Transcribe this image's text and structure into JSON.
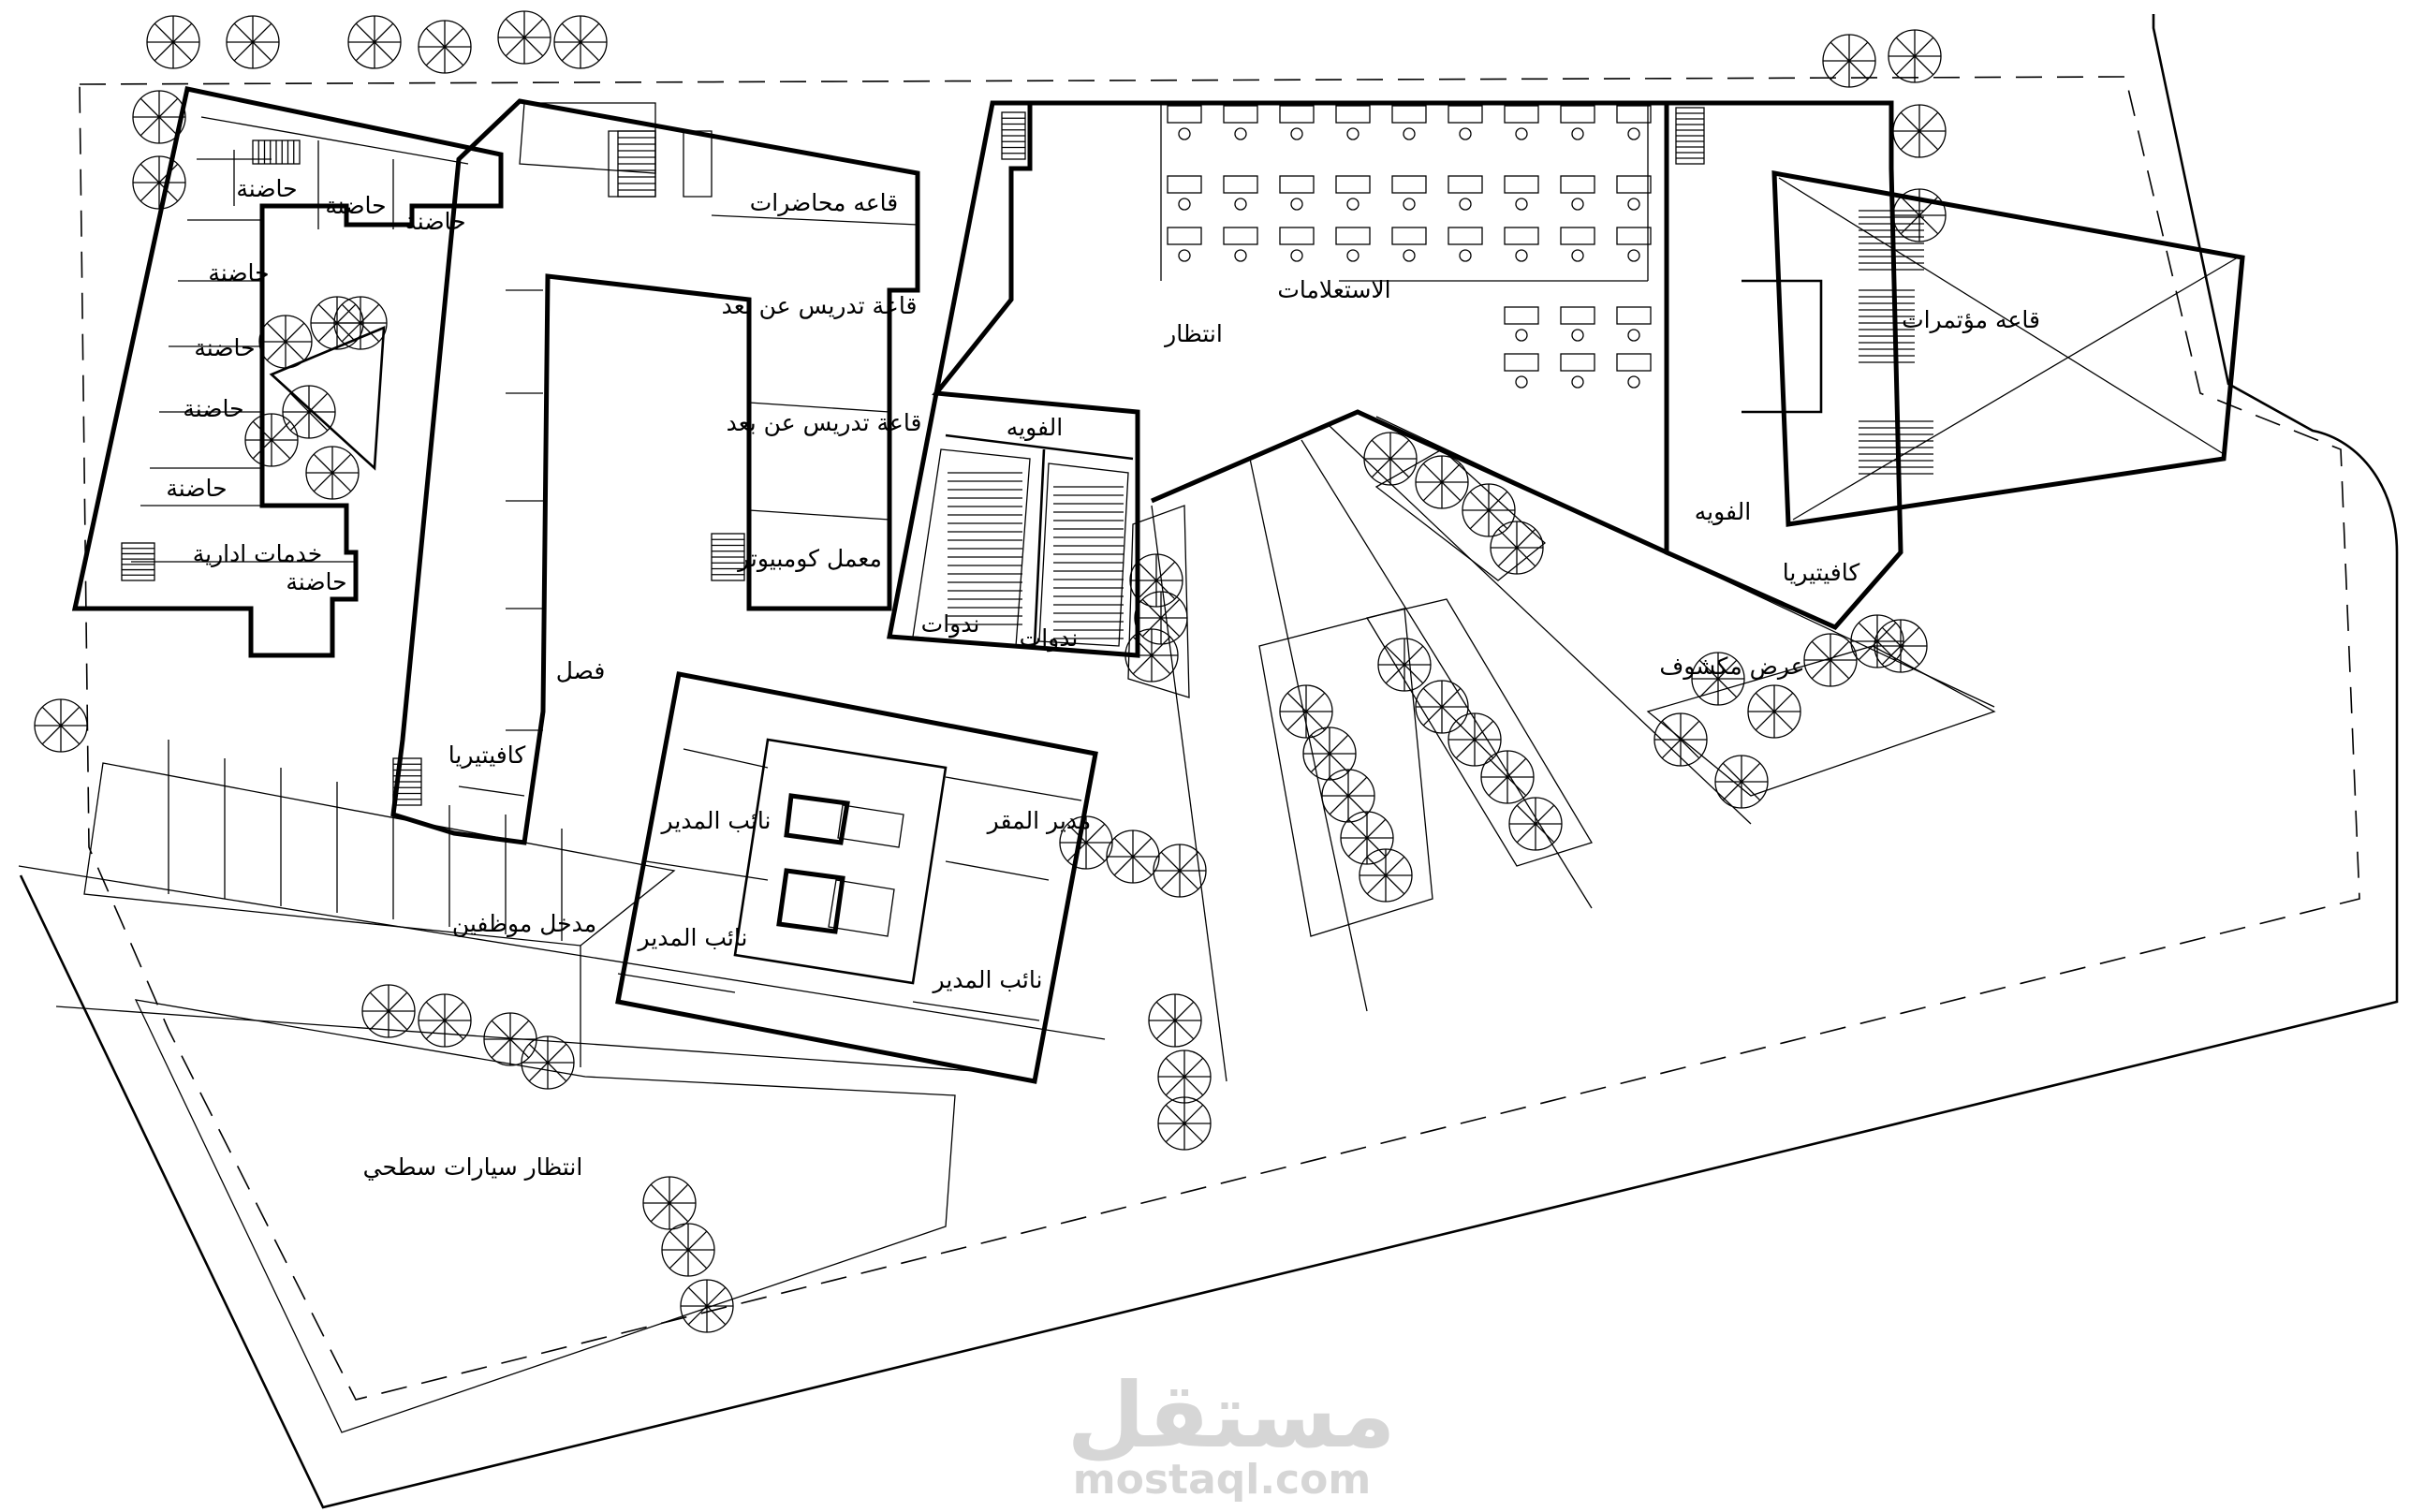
{
  "labels": {
    "nursery_1": "حاضنة",
    "nursery_2": "حاضنة",
    "nursery_3": "حاضنة",
    "nursery_4": "حاضنة",
    "nursery_5": "حاضنة",
    "nursery_6": "حاضنة",
    "nursery_7": "حاضنة",
    "nursery_8": "حاضنة",
    "admin_services": "خدمات ادارية",
    "lecture_hall": "قاعه محاضرات",
    "remote_teaching_1": "قاعة تدريس عن بعد",
    "remote_teaching_2": "قاعة تدريس عن بعد",
    "computer_lab": "معمل كومبيوتر",
    "classroom": "فصل",
    "cafeteria_west": "كافيتيريا",
    "foyer_seminar": "الفويه",
    "seminars_1": "ندوات",
    "seminars_2": "ندوات",
    "waiting": "انتظار",
    "inquiries": "الاستعلامات",
    "conference_hall": "قاعه مؤتمرات",
    "foyer_conference": "الفويه",
    "cafeteria_east": "كافيتيريا",
    "outdoor_display": "عرض مكشوف",
    "director_hq": "مدير المقر",
    "deputy_director_1": "نائب المدير",
    "deputy_director_2": "نائب المدير",
    "deputy_director_3": "نائب المدير",
    "staff_entrance": "مدخل موظفين",
    "surface_parking": "انتظار سيارات سطحي"
  },
  "watermark": {
    "logo_text": "مستقل",
    "site": "mostaql.com"
  },
  "icons": [
    "tree-icon",
    "stair-icon",
    "desk-icon",
    "seat-row-icon"
  ]
}
